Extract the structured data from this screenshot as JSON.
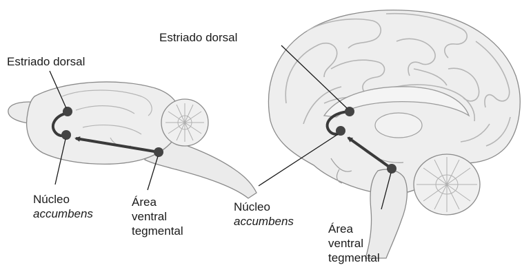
{
  "figure": {
    "rat_brain": {
      "dorsal_striatum_label": "Estriado dorsal",
      "nucleus_accumbens_label": [
        "Núcleo",
        "accumbens"
      ],
      "vta_label": [
        "Área",
        "ventral",
        "tegmental"
      ]
    },
    "human_brain": {
      "dorsal_striatum_label": "Estriado dorsal",
      "nucleus_accumbens_label": [
        "Núcleo",
        "accumbens"
      ],
      "vta_label": [
        "Área",
        "ventral",
        "tegmental"
      ]
    },
    "colors": {
      "brain_fill": "#eeeeee",
      "brain_outline": "#8a8a8a",
      "gyri_lines": "#b5b5b5",
      "pathway": "#3a3a3a",
      "nucleus_dot": "#444444",
      "leader_line": "#1a1a1a",
      "label_text": "#1a1a1a"
    }
  }
}
